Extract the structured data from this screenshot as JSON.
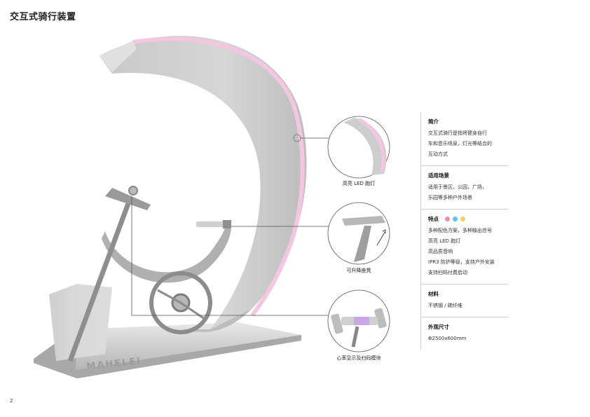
{
  "page": {
    "title": "交互式骑行装置",
    "number": "2"
  },
  "product": {
    "logo_text": "MAHELEI"
  },
  "callouts": [
    {
      "caption": "高亮 LED 跑灯"
    },
    {
      "caption": "可升降座凳"
    },
    {
      "caption": "心率显示及扫码模块"
    }
  ],
  "colors": {
    "accent_led": "#f3c6e2",
    "structure": "#9a9a9a",
    "light_surface": "#d9d9d9"
  },
  "spec_panel": {
    "intro": {
      "heading": "简介",
      "lines": [
        "交互式骑行是指将健身自行",
        "车和音乐喷泉，灯光等结合的",
        "互动方式"
      ]
    },
    "scenes": {
      "heading": "适用场景",
      "lines": [
        "适用于景区，公园，广场，",
        "乐园等多种户外场景"
      ]
    },
    "features": {
      "heading": "特点",
      "swatches": [
        "#f08bb5",
        "#5cc5e6",
        "#f6cf63"
      ],
      "lines": [
        "多种配色方案，多种输出信号",
        "高亮 LED 跑灯",
        "高品质音响",
        "IPR3 防护等级，支持户外安装",
        "支持扫码付费启动"
      ]
    },
    "material": {
      "heading": "材料",
      "lines": [
        "不锈钢 / 碳纤维"
      ]
    },
    "size": {
      "heading": "外观尺寸",
      "lines": [
        "Φ2500x600mm"
      ]
    }
  }
}
